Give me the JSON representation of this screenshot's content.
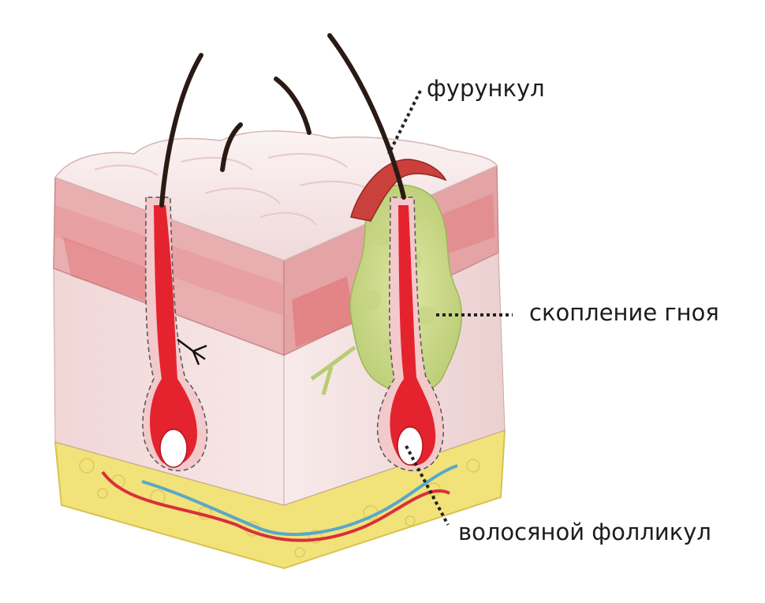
{
  "labels": {
    "furuncle": "фурункул",
    "pus": "скопление гноя",
    "follicle": "волосяной фолликул"
  },
  "colors": {
    "skin_surface": "#f6e7e8",
    "epidermis": "#e7a9aa",
    "dermis": "#f3dcdc",
    "fat_layer": "#f2e27a",
    "bulb_red": "#e4232f",
    "pus_green": "#cdd88f",
    "artery": "#d8303a",
    "vein": "#58a8c8",
    "hair": "#2a1a14"
  }
}
